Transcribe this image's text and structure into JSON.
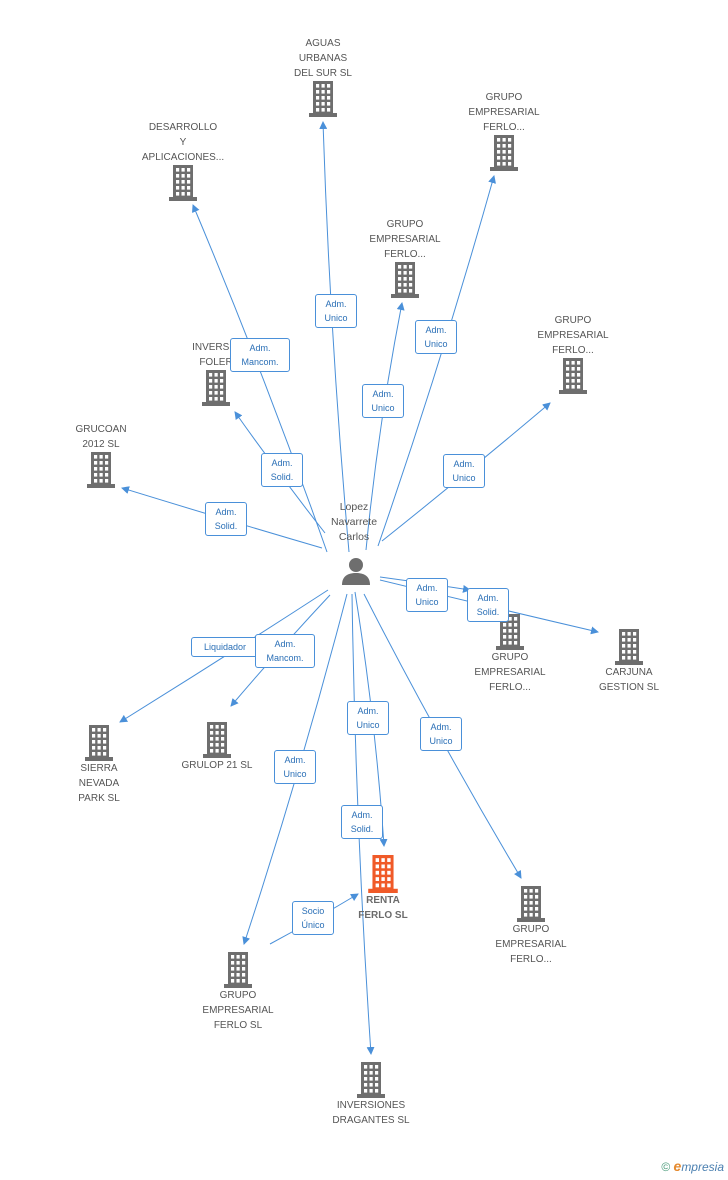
{
  "person": {
    "name": "Lopez\nNavarrete\nCarlos",
    "icon": "person-icon"
  },
  "companies": [
    {
      "id": "aguas",
      "label": "AGUAS\nURBANAS\nDEL SUR SL"
    },
    {
      "id": "gef1",
      "label": "GRUPO\nEMPRESARIAL\nFERLO..."
    },
    {
      "id": "desarrollo",
      "label": "DESARROLLO\nY\nAPLICACIONES..."
    },
    {
      "id": "gef2",
      "label": "GRUPO\nEMPRESARIAL\nFERLO..."
    },
    {
      "id": "gef3",
      "label": "GRUPO\nEMPRESARIAL\nFERLO..."
    },
    {
      "id": "inversiones_foler",
      "label": "INVERSIO\nFOLER"
    },
    {
      "id": "grucoan",
      "label": "GRUCOAN\n2012 SL"
    },
    {
      "id": "gef4",
      "label": "GRUPO\nEMPRESARIAL\nFERLO..."
    },
    {
      "id": "carjuna",
      "label": "CARJUNA\nGESTION SL"
    },
    {
      "id": "sierra",
      "label": "SIERRA\nNEVADA\nPARK SL"
    },
    {
      "id": "grulop",
      "label": "GRULOP 21 SL"
    },
    {
      "id": "renta",
      "label": "RENTA\nFERLO SL"
    },
    {
      "id": "gef5",
      "label": "GRUPO\nEMPRESARIAL\nFERLO..."
    },
    {
      "id": "gef_sl",
      "label": "GRUPO\nEMPRESARIAL\nFERLO SL"
    },
    {
      "id": "dragantes",
      "label": "INVERSIONES\nDRAGANTES SL"
    }
  ],
  "roles": [
    {
      "id": "r_aguas",
      "label": "Adm.\nUnico"
    },
    {
      "id": "r_desarrollo",
      "label": "Adm.\nMancom."
    },
    {
      "id": "r_gef2",
      "label": "Adm.\nUnico"
    },
    {
      "id": "r_gef1",
      "label": "Adm.\nUnico"
    },
    {
      "id": "r_foler",
      "label": "Adm.\nSolid."
    },
    {
      "id": "r_gef3",
      "label": "Adm.\nUnico"
    },
    {
      "id": "r_grucoan",
      "label": "Adm.\nSolid."
    },
    {
      "id": "r_gef4",
      "label": "Adm.\nUnico"
    },
    {
      "id": "r_carjuna",
      "label": "Adm.\nSolid."
    },
    {
      "id": "r_sierra",
      "label": "Liquidador"
    },
    {
      "id": "r_grulop",
      "label": "Adm.\nMancom."
    },
    {
      "id": "r_dragantes",
      "label": "Adm.\nUnico"
    },
    {
      "id": "r_gef5",
      "label": "Adm.\nUnico"
    },
    {
      "id": "r_gef_sl",
      "label": "Adm.\nUnico"
    },
    {
      "id": "r_renta",
      "label": "Adm.\nSolid."
    },
    {
      "id": "r_socio",
      "label": "Socio\nÚnico"
    }
  ],
  "colors": {
    "edge": "#4a90d9",
    "building": "#6e6e6e",
    "focus_building": "#f05a28",
    "person": "#6e6e6e"
  },
  "footer": {
    "copyright": "©",
    "brand_e": "e",
    "brand_rest": "mpresia"
  }
}
